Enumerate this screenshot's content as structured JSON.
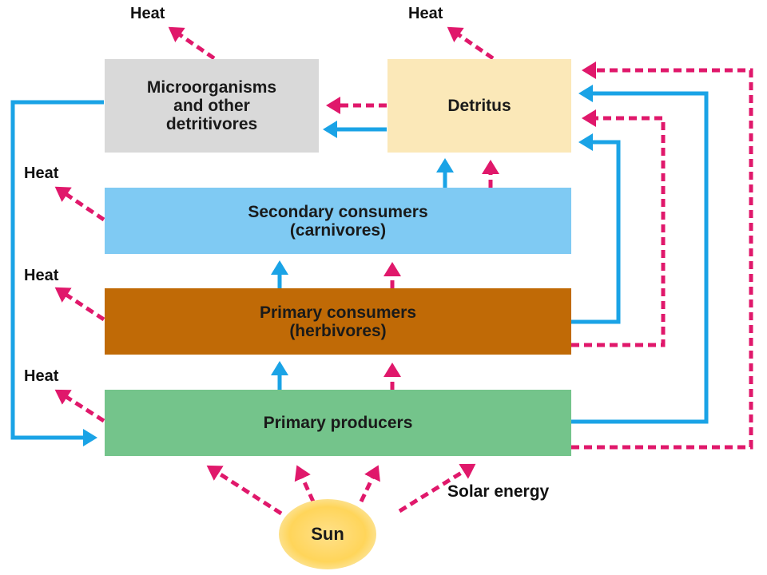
{
  "boxes": {
    "microorganisms": {
      "line1": "Microorganisms",
      "line2": "and other",
      "line3": "detritivores",
      "color": "#d9d9d9"
    },
    "detritus": {
      "label": "Detritus",
      "color": "#fbe8b8"
    },
    "secondary": {
      "line1": "Secondary consumers",
      "line2": "(carnivores)",
      "color": "#7fcaf3"
    },
    "primary_consumers": {
      "line1": "Primary consumers",
      "line2": "(herbivores)",
      "color": "#c06a06"
    },
    "producers": {
      "label": "Primary producers",
      "color": "#74c48b"
    }
  },
  "heat_label": "Heat",
  "sun_label": "Sun",
  "solar_label": "Solar energy",
  "colors": {
    "nutrient_flow": "#1aa3e6",
    "energy_flow": "#e0186b"
  }
}
